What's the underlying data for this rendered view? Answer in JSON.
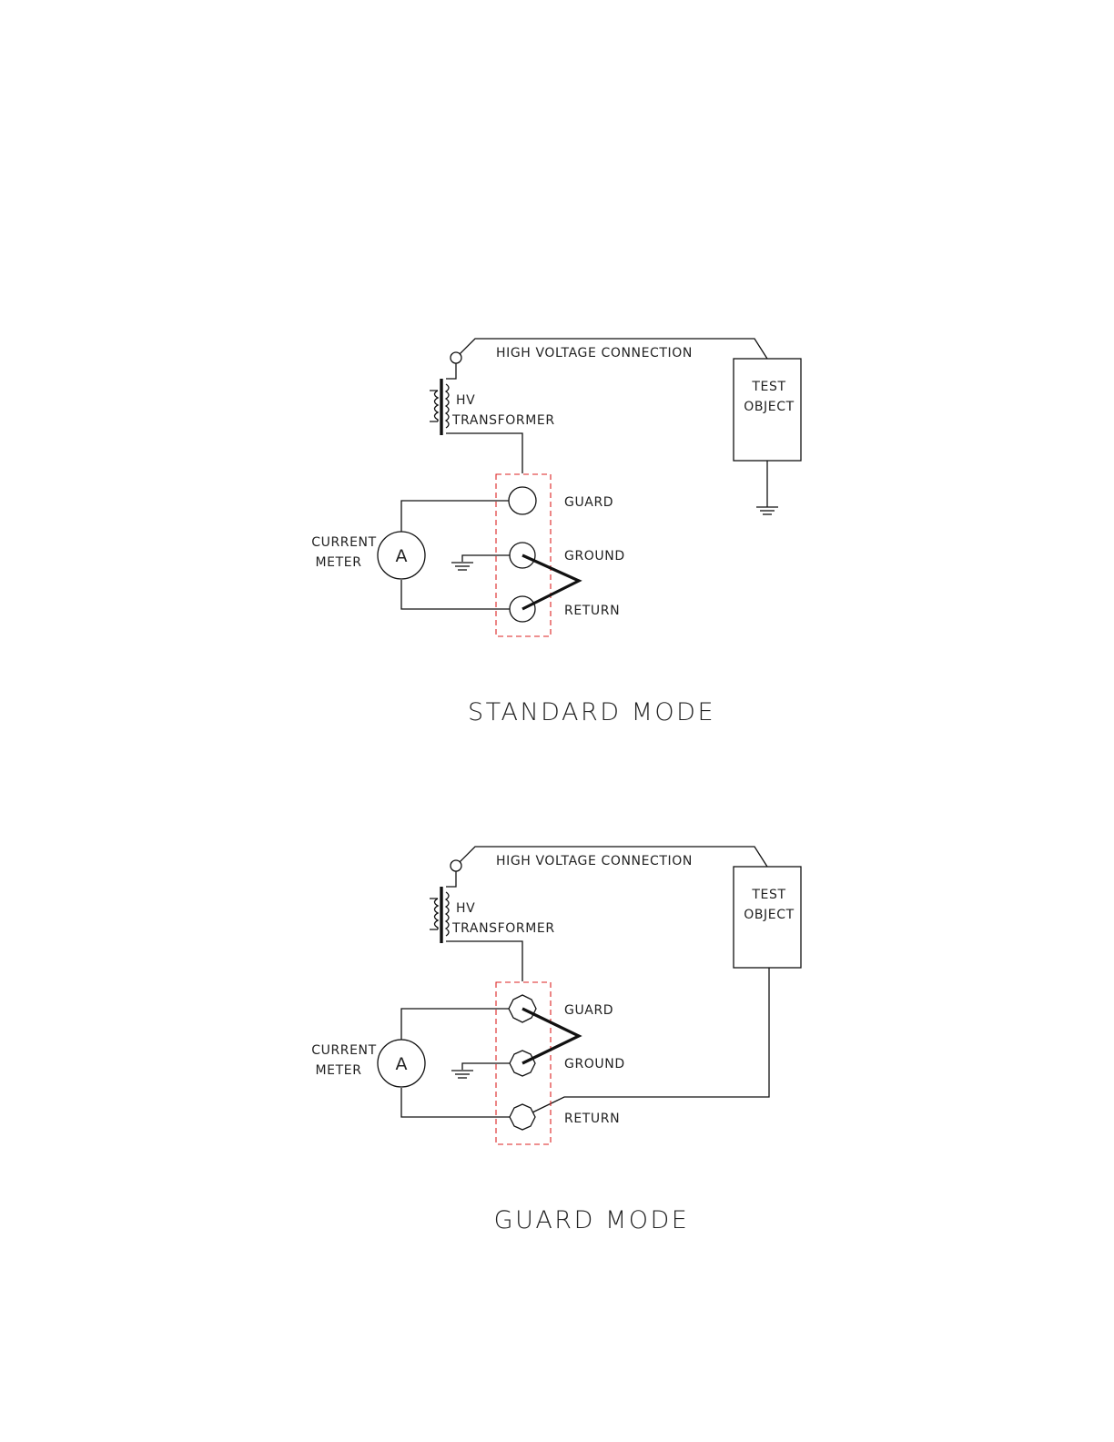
{
  "diagrams": [
    {
      "id": "standard",
      "caption": "STANDARD MODE",
      "labels": {
        "hv_connection": "HIGH VOLTAGE CONNECTION",
        "hv_transformer_line1": "HV",
        "hv_transformer_line2": "TRANSFORMER",
        "test_object_line1": "TEST",
        "test_object_line2": "OBJECT",
        "guard": "GUARD",
        "ground": "GROUND",
        "return": "RETURN",
        "current_meter_line1": "CURRENT",
        "current_meter_line2": "METER",
        "meter_symbol": "A"
      },
      "jumper": "ground-return",
      "test_object_lead": "earth-ground"
    },
    {
      "id": "guard",
      "caption": "GUARD MODE",
      "labels": {
        "hv_connection": "HIGH VOLTAGE CONNECTION",
        "hv_transformer_line1": "HV",
        "hv_transformer_line2": "TRANSFORMER",
        "test_object_line1": "TEST",
        "test_object_line2": "OBJECT",
        "guard": "GUARD",
        "ground": "GROUND",
        "return": "RETURN",
        "current_meter_line1": "CURRENT",
        "current_meter_line2": "METER",
        "meter_symbol": "A"
      },
      "jumper": "guard-ground",
      "test_object_lead": "return-terminal"
    }
  ],
  "colors": {
    "wire": "#111111",
    "terminal_box_dashed": "#dd2222"
  }
}
